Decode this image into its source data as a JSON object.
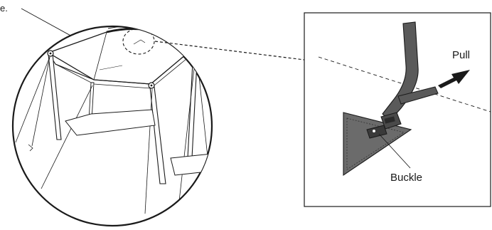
{
  "labels": {
    "top_left_fragment": "e.",
    "pull": "Pull",
    "buckle": "Buckle"
  },
  "colors": {
    "line": "#1a1a1a",
    "strap_fill": "#5a5a5a",
    "corner_fill": "#6b6b6b",
    "buckle_fill": "#4a4a4a",
    "background": "#ffffff"
  }
}
